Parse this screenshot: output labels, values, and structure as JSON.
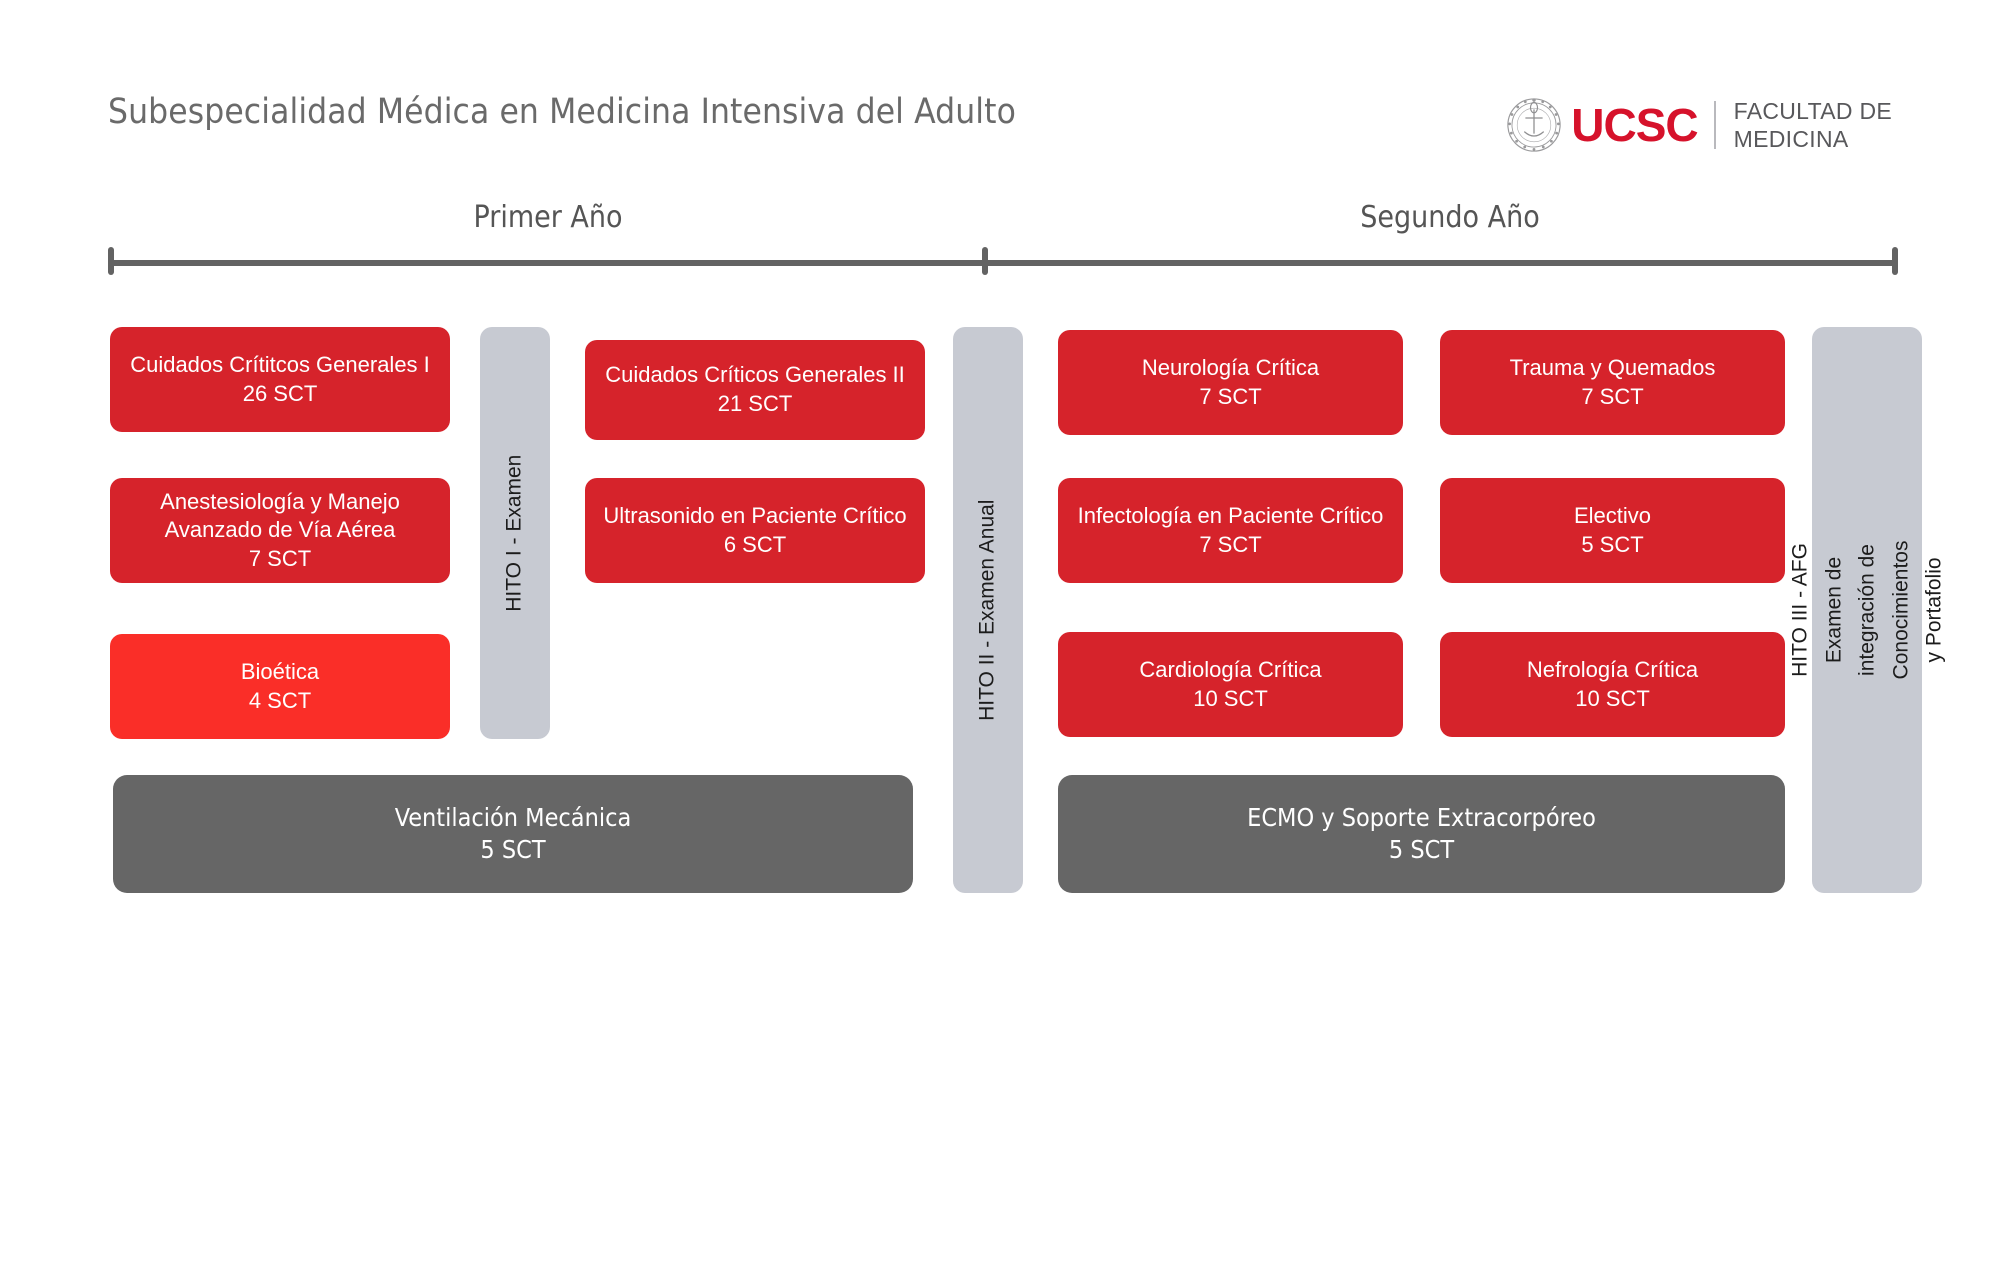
{
  "header": {
    "title": "Subespecialidad Médica en Medicina Intensiva del Adulto",
    "logo": {
      "brand": "UCSC",
      "faculty_line1": "FACULTAD DE",
      "faculty_line2": "MEDICINA",
      "brand_color": "#d6122b",
      "faculty_color": "#58585b"
    }
  },
  "timeline": {
    "year1_label": "Primer Año",
    "year2_label": "Segundo Año",
    "rail_color": "#636363"
  },
  "colors": {
    "course_red": "#d6232b",
    "course_red_bright": "#fa2e28",
    "course_gray": "#666666",
    "milestone_gray": "#c7cad2",
    "title_gray": "#6a6a6a"
  },
  "year1": {
    "column1": [
      {
        "name": "Cuidados Crítitcos Generales I",
        "sct": "26 SCT",
        "color": "red"
      },
      {
        "name": "Anestesiología y Manejo Avanzado de Vía Aérea",
        "sct": "7 SCT",
        "color": "red"
      },
      {
        "name": "Bioética",
        "sct": "4 SCT",
        "color": "red-bright"
      }
    ],
    "column2": [
      {
        "name": "Cuidados Críticos Generales II",
        "sct": "21 SCT",
        "color": "red"
      },
      {
        "name": "Ultrasonido en Paciente Crítico",
        "sct": "6 SCT",
        "color": "red"
      }
    ],
    "full_width": {
      "name": "Ventilación Mecánica",
      "sct": "5 SCT",
      "color": "gray"
    }
  },
  "year2": {
    "column1": [
      {
        "name": "Neurología Crítica",
        "sct": "7 SCT",
        "color": "red"
      },
      {
        "name": "Infectología en Paciente Crítico",
        "sct": "7 SCT",
        "color": "red"
      },
      {
        "name": "Cardiología Crítica",
        "sct": "10 SCT",
        "color": "red"
      }
    ],
    "column2": [
      {
        "name": "Trauma y Quemados",
        "sct": "7 SCT",
        "color": "red"
      },
      {
        "name": "Electivo",
        "sct": "5 SCT",
        "color": "red"
      },
      {
        "name": "Nefrología Crítica",
        "sct": "10 SCT",
        "color": "red"
      }
    ],
    "full_width": {
      "name": "ECMO y Soporte Extracorpóreo",
      "sct": "5 SCT",
      "color": "gray"
    }
  },
  "milestones": [
    {
      "line1": "HITO I - Examen",
      "line2": ""
    },
    {
      "line1": "HITO II - Examen Anual",
      "line2": ""
    },
    {
      "line1": "HITO III - AFG",
      "line2": "Examen de integración de Conocimientos y Portafolio"
    }
  ]
}
